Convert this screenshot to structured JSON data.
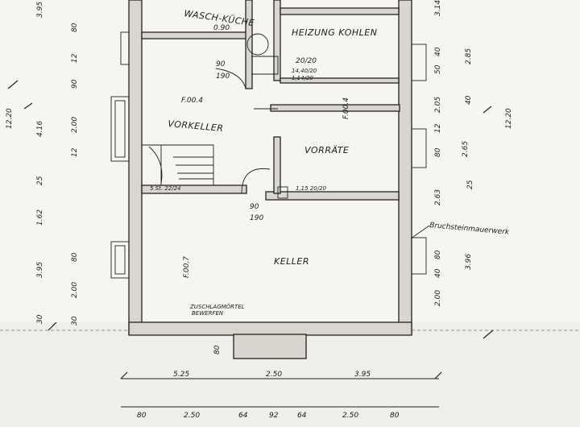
{
  "rooms": {
    "waschkueche": "WASCH-KÜCHE",
    "heizung_kohlen": "HEIZUNG KOHLEN",
    "vorkeller": "VORKELLER",
    "vorraete": "VORRÄTE",
    "keller": "KELLER"
  },
  "annotations": {
    "ceiling_top": "0.90",
    "chimney": "20/20",
    "door_top_a": "90",
    "door_top_b": "190",
    "vent_a": "14,40/20",
    "vent_b": "1,14/20",
    "vorkeller_area": "F.00.4",
    "vorraete_area": "F.00.4",
    "stair": "5 St. 22/24",
    "door_keller_a": "90",
    "door_keller_b": "190",
    "vorraete_vent": "1,15 20/20",
    "keller_area": "F.00.7",
    "wall_note": "Bruchsteinmauerwerk",
    "footing_a": "ZUSCHLAGMÖRTEL",
    "footing_b": "BEWERFEN"
  },
  "dims_bottom_1": [
    "5.25",
    "2.50",
    "3.95"
  ],
  "dims_bottom_2": [
    "80",
    "2.50",
    "64",
    "92",
    "64",
    "2.50",
    "80"
  ],
  "dims_left_outer": [
    "3.95",
    "12.20",
    "4.16",
    "25",
    "1.62",
    "3.95",
    "30"
  ],
  "dims_left_inner": [
    "80",
    "12",
    "90",
    "2.00",
    "12",
    "80",
    "2.00",
    "30"
  ],
  "dims_right_inner": [
    "3.14",
    "40",
    "50",
    "2.05",
    "12",
    "80",
    "2.65",
    "2.63",
    "80",
    "40",
    "2.00"
  ],
  "dims_right_outer": [
    "2.85",
    "12.20",
    "3.96",
    "40"
  ],
  "misc": {
    "small_80": "80",
    "small_25": "25"
  }
}
